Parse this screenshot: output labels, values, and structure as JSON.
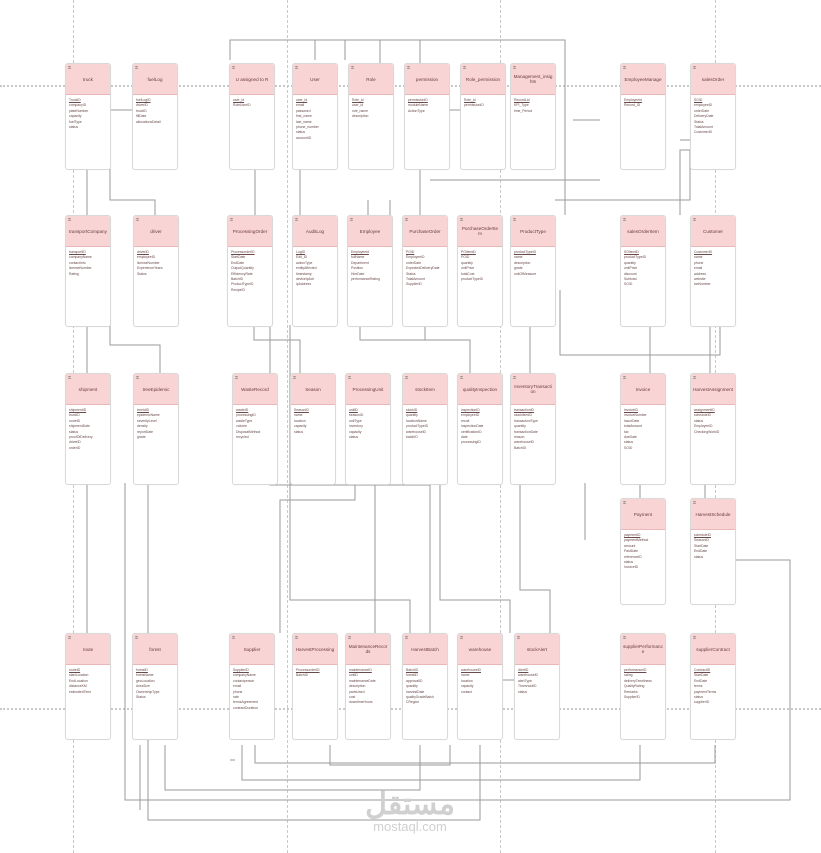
{
  "diagram": {
    "type": "entity-relationship",
    "header_color": "#f8d4d4",
    "line_color": "#9a9a9a"
  },
  "entities": [
    {
      "id": "truck",
      "name": "truck",
      "fields": [
        "TruckID",
        "companyID",
        "plateNumber",
        "capacity",
        "fuelType",
        "status"
      ]
    },
    {
      "id": "fuellog",
      "name": "fuelLog",
      "fields": [
        "fuelLogID",
        "driverID",
        "truckID",
        "fillDate",
        "allocationsDetail"
      ]
    },
    {
      "id": "uassigned",
      "name": "U assigned to R",
      "fields": [
        "user_id",
        "RoleUserID"
      ]
    },
    {
      "id": "user",
      "name": "User",
      "fields": [
        "user_id",
        "email",
        "password",
        "first_name",
        "last_name",
        "phone_number",
        "status",
        "accountID"
      ]
    },
    {
      "id": "role",
      "name": "Role",
      "fields": [
        "Role_id",
        "user_id",
        "role_name",
        "description"
      ]
    },
    {
      "id": "permission",
      "name": "permission",
      "fields": [
        "permissionID",
        "moduleName",
        "ActionType"
      ]
    },
    {
      "id": "rolepermission",
      "name": "Role_permission",
      "fields": [
        "Role_id",
        "permissionID"
      ]
    },
    {
      "id": "mgmtinsights",
      "name": "Management_insights",
      "fields": [
        "RecordLid",
        "KPI_Type",
        "time_Period"
      ]
    },
    {
      "id": "employeemanage",
      "name": "EmployeeManage",
      "fields": [
        "EmployeeId",
        "Record_ID"
      ]
    },
    {
      "id": "salesorder",
      "name": "salesOrder",
      "fields": [
        "SOID",
        "employeeID",
        "orderDate",
        "DeliveryDate",
        "Status",
        "TotalAmount",
        "CustomerID"
      ]
    },
    {
      "id": "transportcompany",
      "name": "transportCompany",
      "fields": [
        "transportID",
        "companyName",
        "contactInfo",
        "licenseNumber",
        "Rating"
      ]
    },
    {
      "id": "driver",
      "name": "driver",
      "fields": [
        "driverID",
        "employeeID",
        "licenseNumber",
        "ExperienceYears",
        "Status"
      ]
    },
    {
      "id": "processingorder",
      "name": "ProcessingOrder",
      "fields": [
        "ProcessorderID",
        "StartDate",
        "EndDate",
        "OutputQuantity",
        "EfficiencyRate",
        "BatchID",
        "ProductTypeID",
        "RecipeID"
      ]
    },
    {
      "id": "auditlog",
      "name": "AuditLog",
      "fields": [
        "LogID",
        "Edit_ID",
        "actionType",
        "entityAffected",
        "timestamp",
        "deviceIpAdr",
        "ipAddress"
      ]
    },
    {
      "id": "employee",
      "name": "Employee",
      "fields": [
        "EmployeeId",
        "fullName",
        "Department",
        "Position",
        "HireDate",
        "performanceRating"
      ]
    },
    {
      "id": "purchaseorder",
      "name": "PurchaseOrder",
      "fields": [
        "POID",
        "EmployeeID",
        "orderDate",
        "ExpectedDeliveryDate",
        "Status",
        "TotalAmount",
        "SupplierID"
      ]
    },
    {
      "id": "purchaseorderitem",
      "name": "PurchaseOrderItem",
      "fields": [
        "POItemID",
        "POID",
        "quantity",
        "unitPrice",
        "totalCost",
        "productTypeID"
      ]
    },
    {
      "id": "producttype",
      "name": "ProductType",
      "fields": [
        "productTypeID",
        "name",
        "description",
        "grade",
        "unitOfMeasure"
      ]
    },
    {
      "id": "salesorderitem",
      "name": "salesOrderItem",
      "fields": [
        "SOItemID",
        "productTypeID",
        "quantity",
        "unitPrice",
        "discount",
        "Subtotal",
        "SOID"
      ]
    },
    {
      "id": "customer",
      "name": "Customer",
      "fields": [
        "CustomerID",
        "name",
        "phone",
        "email",
        "address",
        "website",
        "taxNumber"
      ]
    },
    {
      "id": "shipment",
      "name": "shipment",
      "fields": [
        "shipmentID",
        "truckID",
        "routeID",
        "shipmentDate",
        "status",
        "proofOfDelivery",
        "driverID",
        "orderID"
      ]
    },
    {
      "id": "treeepidemic",
      "name": "treeEpidemic",
      "fields": [
        "treeIdID",
        "epidemicName",
        "severityLevel",
        "density",
        "reportDate",
        "grade"
      ]
    },
    {
      "id": "wasterecord",
      "name": "WasteRecord",
      "fields": [
        "wasteID",
        "processingID",
        "wasteType",
        "volume",
        "DisposalMethod",
        "recycled"
      ]
    },
    {
      "id": "season",
      "name": "Season",
      "fields": [
        "SeasonID",
        "name",
        "location",
        "capacity",
        "status"
      ]
    },
    {
      "id": "processingunit",
      "name": "ProcessingUnit",
      "fields": [
        "unitID",
        "seasonID",
        "unitType",
        "inventory",
        "capacity",
        "status"
      ]
    },
    {
      "id": "stockitem",
      "name": "stockItem",
      "fields": [
        "stockID",
        "quantity",
        "locationName",
        "productTypeID",
        "warehouseID",
        "batchID"
      ]
    },
    {
      "id": "qualityinspection",
      "name": "qualityInspection",
      "fields": [
        "inspectionID",
        "employeeID",
        "result",
        "inspectionDate",
        "certificationID",
        "date",
        "processingID"
      ]
    },
    {
      "id": "inventorytransaction",
      "name": "InventoryTransaction",
      "fields": [
        "transactionID",
        "stockItemID",
        "transactionType",
        "quantity",
        "transactionDate",
        "reason",
        "warehouseID",
        "BatchID"
      ]
    },
    {
      "id": "invoice",
      "name": "Invoice",
      "fields": [
        "invoiceID",
        "invoiceNumber",
        "IssueDate",
        "totalAmount",
        "tax",
        "dueDate",
        "status",
        "SOID"
      ]
    },
    {
      "id": "harvestassignment",
      "name": "HarvestAssignment",
      "fields": [
        "assignmentID",
        "scheduleID",
        "status",
        "EmployeeID",
        "CheckingWorkID"
      ]
    },
    {
      "id": "payment",
      "name": "Payment",
      "fields": [
        "paymentID",
        "paymentMethod",
        "amount",
        "PaidDate",
        "referenceID",
        "status",
        "InvoiceID"
      ]
    },
    {
      "id": "harvestschedule",
      "name": "HarvestSchedule",
      "fields": [
        "scheduleID",
        "SeasonID",
        "StartDate",
        "EndDate",
        "status"
      ]
    },
    {
      "id": "route",
      "name": "route",
      "fields": [
        "routeID",
        "startLocation",
        "EndLocation",
        "distanceKM",
        "estimatedTime"
      ]
    },
    {
      "id": "forest",
      "name": "forest",
      "fields": [
        "forestID",
        "forestName",
        "geoLocation",
        "AreaSize",
        "OwnershipType",
        "Status"
      ]
    },
    {
      "id": "supplier",
      "name": "Supplier",
      "fields": [
        "SupplierID",
        "companyName",
        "contactperson",
        "email",
        "phone",
        "rate",
        "termsAgreement",
        "contractDuration"
      ]
    },
    {
      "id": "harvestprocessing",
      "name": "HarvestProcessing",
      "fields": [
        "ProcessorderID",
        "BatchID"
      ]
    },
    {
      "id": "maintenancerecords",
      "name": "MaintenanceRecords",
      "fields": [
        "maintenanceID",
        "unitID",
        "maintenanceDate",
        "description",
        "partsUsed",
        "cost",
        "downtimeHours"
      ]
    },
    {
      "id": "harvestbatch",
      "name": "HarvestBatch",
      "fields": [
        "BatchID",
        "forestID",
        "approvalID",
        "quantity",
        "harvestDate",
        "qualityGradeBatch",
        "CRegion"
      ]
    },
    {
      "id": "warehouse",
      "name": "warehouse",
      "fields": [
        "warehouseID",
        "name",
        "location",
        "capacity",
        "contact"
      ]
    },
    {
      "id": "stockalert",
      "name": "stockAlert",
      "fields": [
        "AlertID",
        "warehouseID",
        "alertType",
        "ThresholdID",
        "status"
      ]
    },
    {
      "id": "supplierperformance",
      "name": "supplierPerformance",
      "fields": [
        "performanceID",
        "rating",
        "deliveryTimeliness",
        "QualityRating",
        "Remarks",
        "SupplierID"
      ]
    },
    {
      "id": "suppliercontract",
      "name": "supplierContract",
      "fields": [
        "ContractID",
        "StartDate",
        "EndDate",
        "terms",
        "paymentTerms",
        "status",
        "supplierID"
      ]
    }
  ],
  "watermark": {
    "arabic": "مستقل",
    "latin": "mostaql.com"
  }
}
